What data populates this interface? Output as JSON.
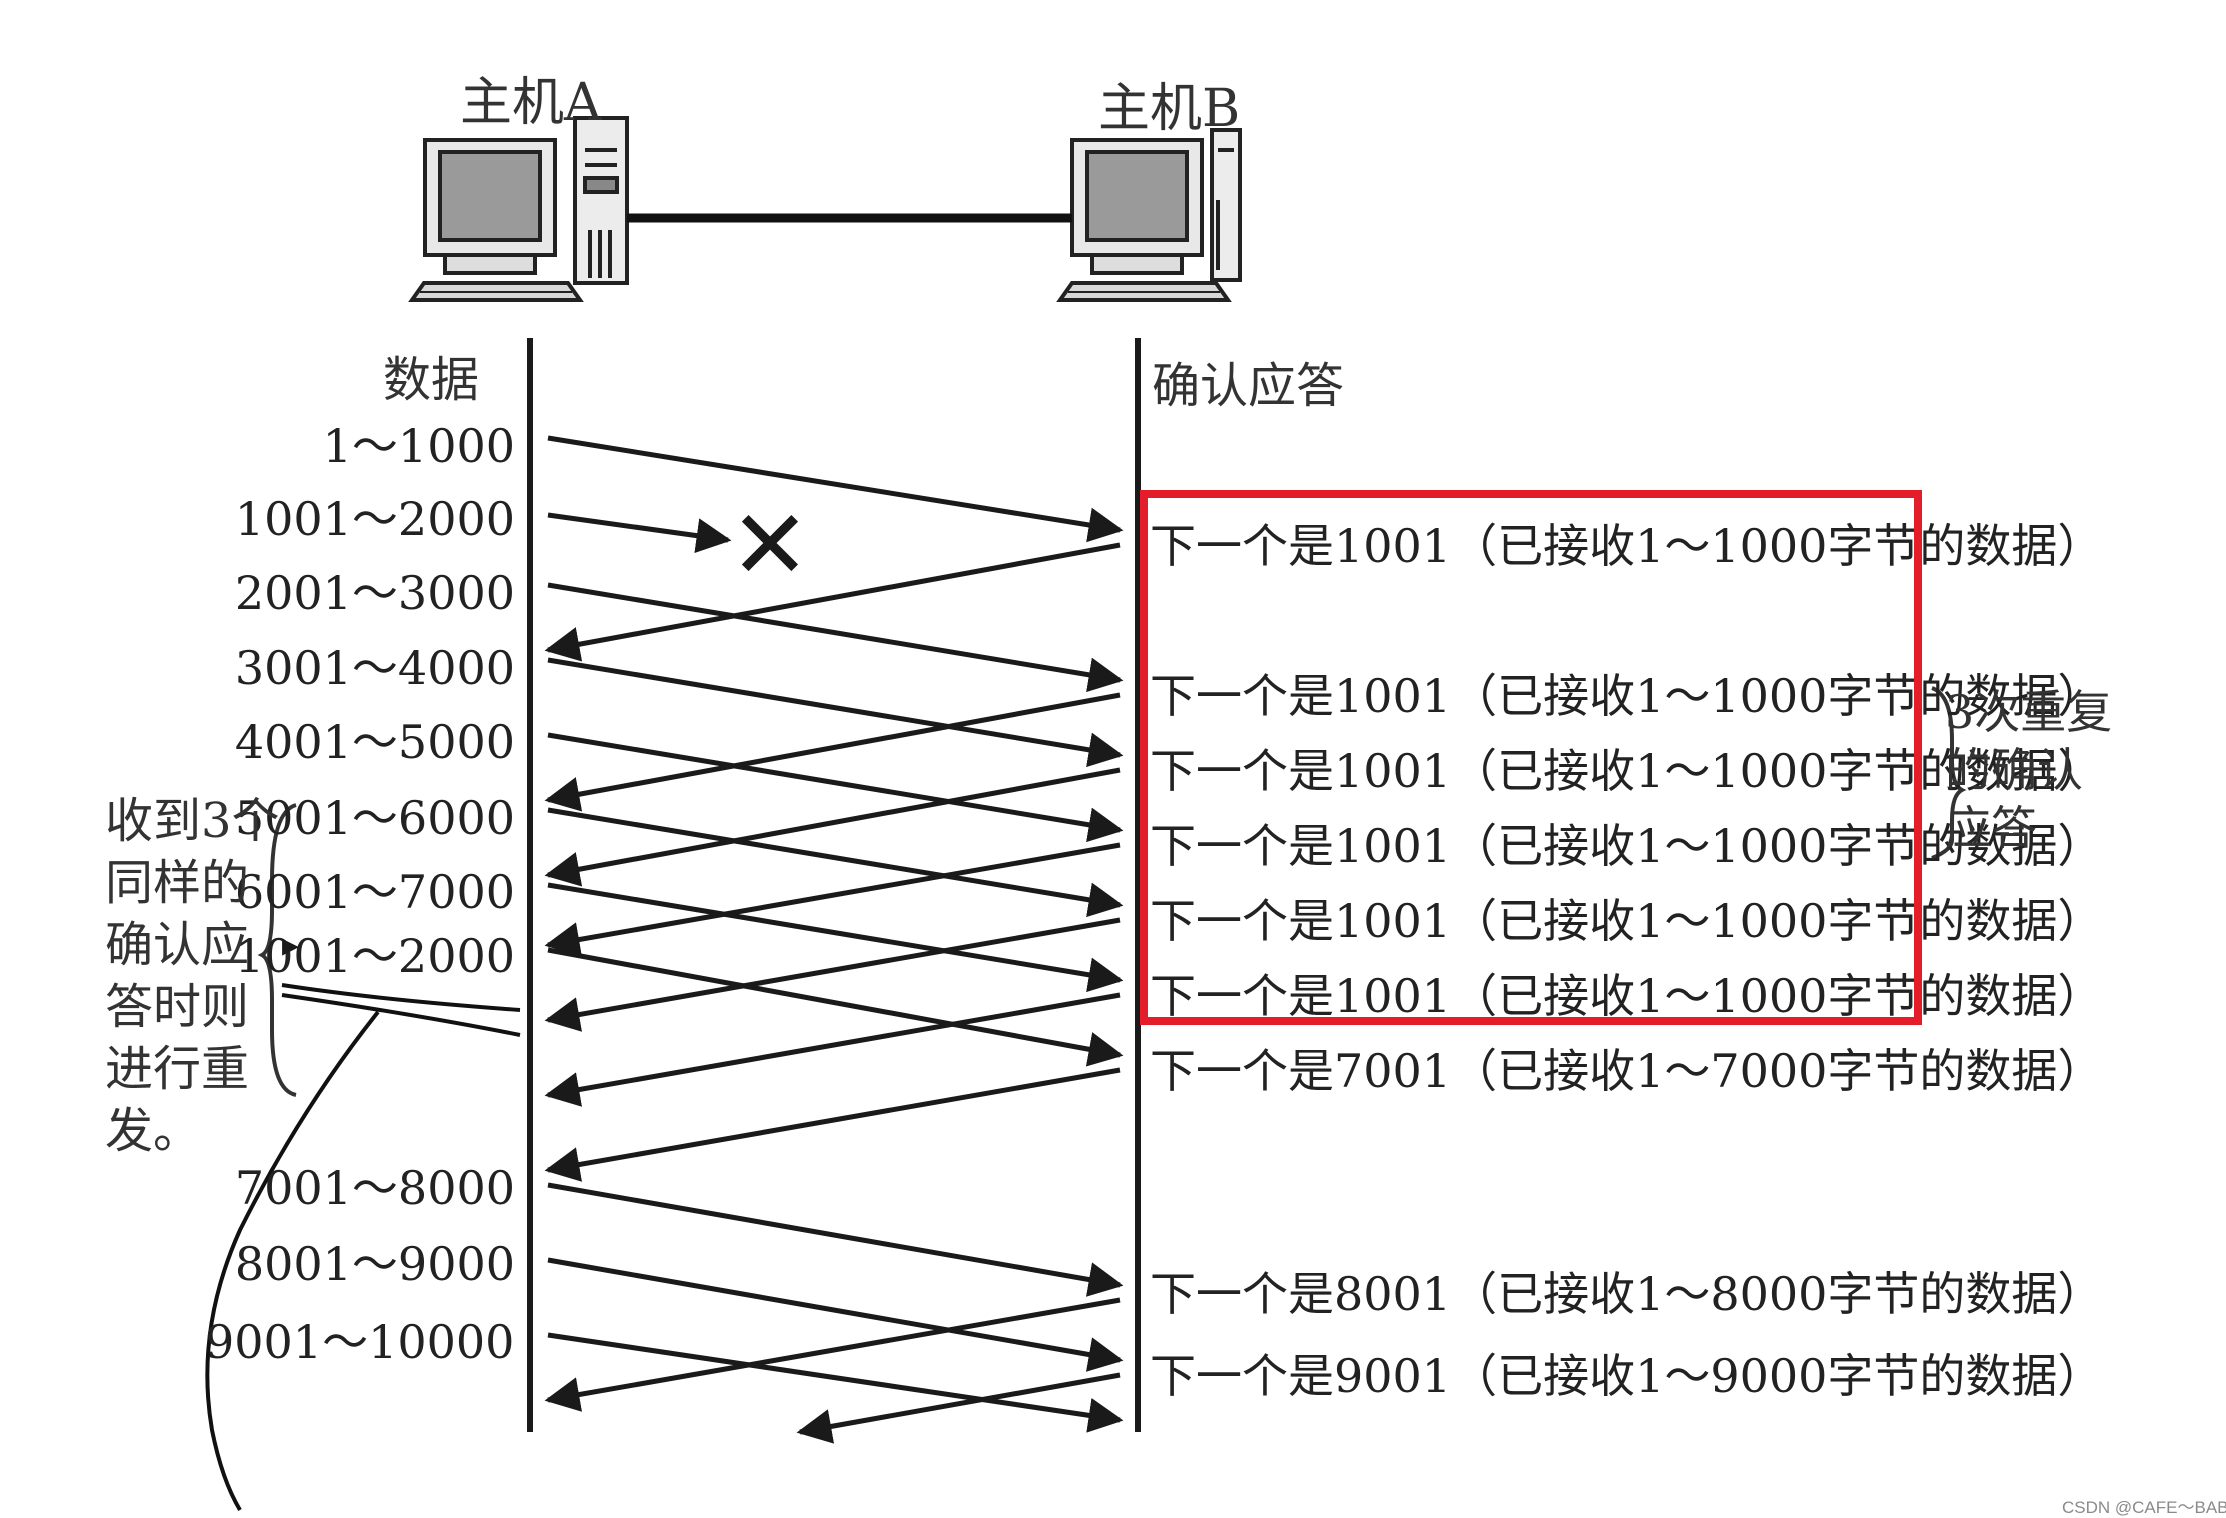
{
  "hosts": {
    "a_label": "主机A",
    "b_label": "主机B"
  },
  "columns": {
    "left_header": "数据",
    "right_header": "确认应答"
  },
  "data_segments": [
    "1～1000",
    "1001～2000",
    "2001～3000",
    "3001～4000",
    "4001～5000",
    "5001～6000",
    "6001～7000",
    "1001～2000",
    "7001～8000",
    "8001～9000",
    "9001～10000"
  ],
  "acks": [
    "下一个是1001（已接收1～1000字节的数据）",
    "下一个是1001（已接收1～1000字节的数据）",
    "下一个是1001（已接收1～1000字节的数据）",
    "下一个是1001（已接收1～1000字节的数据）",
    "下一个是1001（已接收1～1000字节的数据）",
    "下一个是1001（已接收1～1000字节的数据）",
    "下一个是7001（已接收1～7000字节的数据）",
    "下一个是8001（已接收1～8000字节的数据）",
    "下一个是9001（已接收1～9000字节的数据）"
  ],
  "notes": {
    "left_note": [
      "收到3个",
      "同样的",
      "确认应",
      "答时则",
      "进行重",
      "发。"
    ],
    "right_note": [
      "3次重复",
      "的确认",
      "应答"
    ]
  },
  "lost_marker": "✕",
  "highlight_color": "#e31d2a",
  "watermark": "CSDN @CAFE～BABE"
}
